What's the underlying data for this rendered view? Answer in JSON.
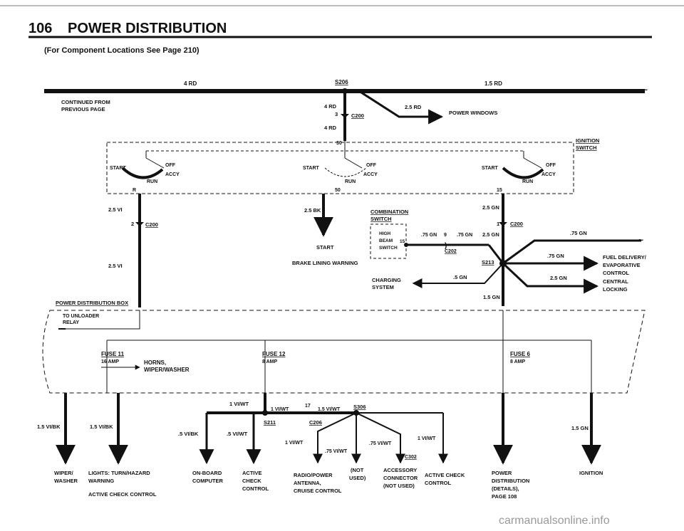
{
  "header": {
    "page_number": "106",
    "title": "POWER DISTRIBUTION",
    "subtitle": "(For Component Locations See Page 210)"
  },
  "top_bus": {
    "wire_left": "4 RD",
    "splice": "S206",
    "wire_right": "1.5 RD",
    "continued_from_line1": "CONTINUED FROM",
    "continued_from_line2": "PREVIOUS PAGE",
    "branch_wire_upper": "4 RD",
    "connector_pin": "3",
    "connector": "C200",
    "branch_wire_lower": "4 RD",
    "power_windows_wire": "2.5 RD",
    "power_windows": "POWER WINDOWS"
  },
  "ignition_switch": {
    "label_line1": "IGNITION",
    "label_line2": "SWITCH",
    "terminal_30": "30",
    "left_R": "R",
    "center_50": "50",
    "right_15": "15",
    "left": {
      "start": "START",
      "off": "OFF",
      "accy": "ACCY",
      "run": "RUN"
    },
    "center": {
      "start": "START",
      "off": "OFF",
      "accy": "ACCY",
      "run": "RUN"
    },
    "right": {
      "start": "START",
      "off": "OFF",
      "accy": "ACCY",
      "run": "RUN"
    }
  },
  "middle": {
    "left_wire_top": "2.5 VI",
    "left_pin": "2",
    "left_conn": "C200",
    "left_wire_bottom": "2.5 VI",
    "center_wire": "2.5 BK",
    "start": "START",
    "combination_line1": "COMBINATION",
    "combination_line2": "SWITCH",
    "hbs_line1": "HIGH",
    "hbs_line2": "BEAM",
    "hbs_line3": "SWITCH",
    "hbs_pin": "15",
    "hbs_wire1": ".75 GN",
    "hbs_pin2": "9",
    "hbs_wire2": ".75 GN",
    "c202": "C202",
    "brake_lining": "BRAKE LINING WARNING",
    "right_wire_top": "2.5 GN",
    "right_pin": "1",
    "right_conn": "C200",
    "right_wire_mid": "2.5 GN",
    "s213": "S213",
    "right_wire_bottom": "1.5 GN",
    "charging_wire": ".5 GN",
    "charging_line1": "CHARGING",
    "charging_line2": "SYSTEM",
    "fuel_wire_top": ".75 GN",
    "fuel_wire": ".75 GN",
    "fuel_line1": "FUEL DELIVERY/",
    "fuel_line2": "EVAPORATIVE",
    "fuel_line3": "CONTROL",
    "central_wire": "2.5 GN",
    "central_line1": "CENTRAL",
    "central_line2": "LOCKING"
  },
  "power_box": {
    "title": "POWER DISTRIBUTION BOX",
    "relay_line1": "TO UNLOADER",
    "relay_line2": "RELAY",
    "fuse11_name": "FUSE 11",
    "fuse11_amp": "16 AMP",
    "horns_line1": "HORNS,",
    "horns_line2": "WIPER/WASHER",
    "fuse12_name": "FUSE 12",
    "fuse12_amp": "8 AMP",
    "fuse6_name": "FUSE 6",
    "fuse6_amp": "8 AMP"
  },
  "lower": {
    "wire_vi_wt": "1 VI/WT",
    "s306_wire1": "1 VI/WT",
    "pin17": "17",
    "s306_wire2": "1.5 VI/WT",
    "s306": "S306",
    "s211": "S211",
    "c206": "C206",
    "obc_wire": ".5 VI/BK",
    "acc_wire": ".5 VI/WT",
    "radio_wire_upper": "1 VI/WT",
    "radio_wire": ".75 VI/WT",
    "acc_conn_wire": ".75 VI/WT",
    "right_wire": "1 VI/WT",
    "c302": "C302",
    "left1_wire": "1.5 VI/BK",
    "left2_wire": "1.5 VI/BK",
    "ign_wire": "1.5 GN"
  },
  "outputs": {
    "wiper_line1": "WIPER/",
    "wiper_line2": "WASHER",
    "lights_line1": "LIGHTS: TURN/HAZARD",
    "lights_line2": "WARNING",
    "active_check_control": "ACTIVE CHECK CONTROL",
    "obc_line1": "ON-BOARD",
    "obc_line2": "COMPUTER",
    "acc_line1": "ACTIVE",
    "acc_line2": "CHECK",
    "acc_line3": "CONTROL",
    "radio_line1": "RADIO/POWER",
    "radio_line2": "ANTENNA,",
    "radio_line3": "CRUISE CONTROL",
    "not_used_line1": "(NOT",
    "not_used_line2": "USED)",
    "accessory_line1": "ACCESSORY",
    "accessory_line2": "CONNECTOR",
    "accessory_line3": "(NOT USED)",
    "acc2_line1": "ACTIVE CHECK",
    "acc2_line2": "CONTROL",
    "pd_line1": "POWER",
    "pd_line2": "DISTRIBUTION",
    "pd_line3": "(DETAILS),",
    "pd_line4": "PAGE 108",
    "ignition": "IGNITION"
  },
  "watermark": "carmanualsonline.info"
}
